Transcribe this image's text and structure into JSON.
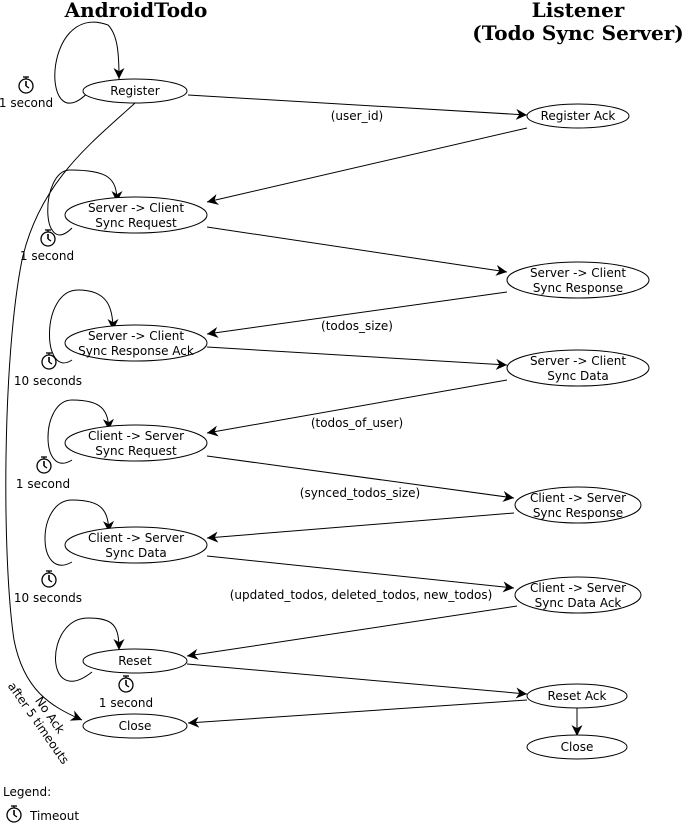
{
  "titles": {
    "left": "AndroidTodo",
    "right_line1": "Listener",
    "right_line2": "(Todo Sync Server)"
  },
  "nodes": {
    "register": [
      "Register"
    ],
    "register_ack": [
      "Register Ack"
    ],
    "s2c_sync_request": [
      "Server -> Client",
      "Sync Request"
    ],
    "s2c_sync_response": [
      "Server -> Client",
      "Sync Response"
    ],
    "s2c_sync_response_ack": [
      "Server -> Client",
      "Sync Response Ack"
    ],
    "s2c_sync_data": [
      "Server -> Client",
      "Sync Data"
    ],
    "c2s_sync_request": [
      "Client -> Server",
      "Sync Request"
    ],
    "c2s_sync_response": [
      "Client -> Server",
      "Sync Response"
    ],
    "c2s_sync_data": [
      "Client -> Server",
      "Sync Data"
    ],
    "c2s_sync_data_ack": [
      "Client -> Server",
      "Sync Data Ack"
    ],
    "reset": [
      "Reset"
    ],
    "reset_ack": [
      "Reset Ack"
    ],
    "close_client": [
      "Close"
    ],
    "close_server": [
      "Close"
    ]
  },
  "edge_labels": {
    "user_id": "(user_id)",
    "todos_size": "(todos_size)",
    "todos_of_user": "(todos_of_user)",
    "synced_todos_size": "(synced_todos_size)",
    "updated_deleted_new": "(updated_todos, deleted_todos, new_todos)"
  },
  "timeouts": {
    "register": "1 second",
    "s2c_sync_request": "1 second",
    "s2c_sync_response_ack": "10 seconds",
    "c2s_sync_request": "1 second",
    "c2s_sync_data": "10 seconds",
    "reset": "1 second"
  },
  "no_ack": [
    "No Ack",
    "after 5 timeouts"
  ],
  "legend": {
    "title": "Legend:",
    "timeout_label": "Timeout",
    "timeout_icon": "stopwatch-icon"
  }
}
